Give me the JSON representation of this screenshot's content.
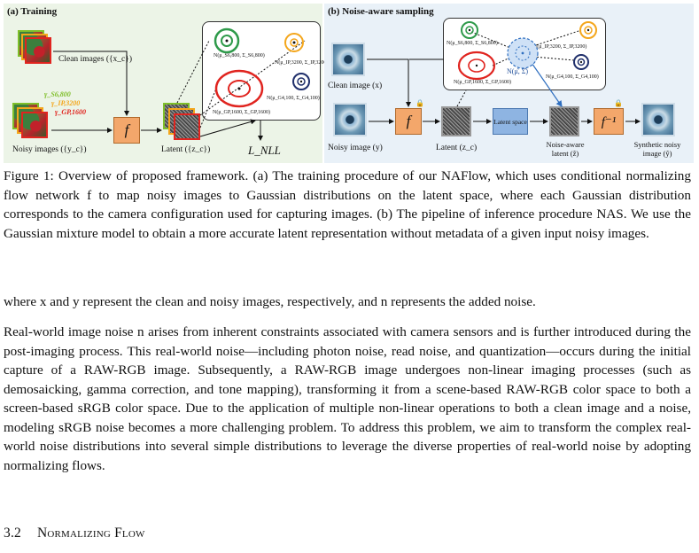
{
  "figure": {
    "panel_a": {
      "title": "(a) Training",
      "clean_images_label": "Clean images ({x_c})",
      "noisy_images_label": "Noisy images ({y_c})",
      "latent_label": "Latent ({z_c})",
      "f_label": "f",
      "loss_label": "L_NLL",
      "camera_labels": [
        "γ_S6,800",
        "γ_IP,3200",
        "γ_GP,1600"
      ],
      "camera_colors": [
        "#7fbf2a",
        "#f4a61b",
        "#e0241f"
      ],
      "gaussian_labels": [
        "N(μ_S6,800, Σ_S6,800)",
        "N(μ_IP,3200, Σ_IP,3200)",
        "N(μ_GP,1600, Σ_GP,1600)",
        "N(μ_G4,100, Σ_G4,100)"
      ]
    },
    "panel_b": {
      "title": "(b) Noise-aware sampling",
      "clean_image_label": "Clean image (x)",
      "noisy_image_label": "Noisy image (y)",
      "latent_label": "Latent (z_c)",
      "latent_space_label": "Latent space",
      "noise_aware_label": "Noise-aware latent (ẑ)",
      "synthetic_label": "Synthetic noisy image (ŷ)",
      "f_label": "f",
      "finv_label": "f⁻¹",
      "mixture_label": "N(μ̂, Σ̂)",
      "gaussian_labels": [
        "N(μ_S6,800, Σ_S6,800)",
        "N(μ_IP,3200, Σ_IP,3200)",
        "N(μ_GP,1600, Σ_GP,1600)",
        "N(μ_G4,100, Σ_G4,100)"
      ]
    }
  },
  "caption": "Figure 1: Overview of proposed framework. (a) The training procedure of our NAFlow, which uses conditional normalizing flow network f to map noisy images to Gaussian distributions on the latent space, where each Gaussian distribution corresponds to the camera configuration used for capturing images. (b) The pipeline of inference procedure NAS. We use the Gaussian mixture model to obtain a more accurate latent representation without metadata of a given input noisy images.",
  "para1": "where x and y represent the clean and noisy images, respectively, and n represents the added noise.",
  "para2": "Real-world image noise n arises from inherent constraints associated with camera sensors and is further introduced during the post-imaging process. This real-world noise—including photon noise, read noise, and quantization—occurs during the initial capture of a RAW-RGB image. Subsequently, a RAW-RGB image undergoes non-linear imaging processes (such as demosaicking, gamma correction, and tone mapping), transforming it from a scene-based RAW-RGB color space to both a screen-based sRGB color space. Due to the application of multiple non-linear operations to both a clean image and a noise, modeling sRGB noise becomes a more challenging problem. To address this problem, we aim to transform the complex real-world noise distributions into several simple distributions to leverage the diverse properties of real-world noise by adopting normalizing flows.",
  "section": {
    "number": "3.2",
    "title": "Normalizing Flow"
  }
}
